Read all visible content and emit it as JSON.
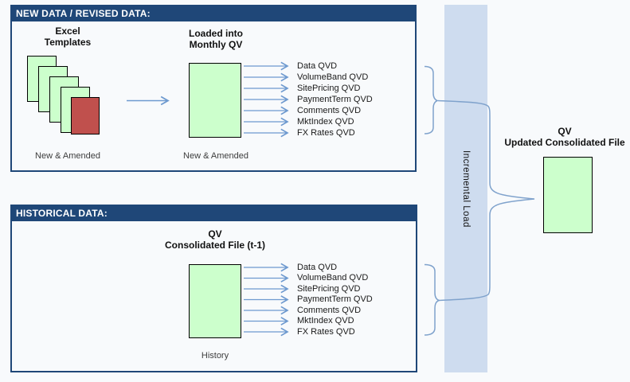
{
  "new_data_section": {
    "header": "NEW DATA / REVISED DATA:",
    "excel_templates": {
      "title1": "Excel",
      "title2": "Templates",
      "caption": "New & Amended"
    },
    "monthly_qv": {
      "title1": "Loaded into",
      "title2": "Monthly QV",
      "caption": "New & Amended"
    },
    "qvd_files": [
      "Data QVD",
      "VolumeBand QVD",
      "SitePricing QVD",
      "PaymentTerm QVD",
      "Comments QVD",
      "MktIndex QVD",
      "FX Rates QVD"
    ]
  },
  "historical_section": {
    "header": "HISTORICAL DATA:",
    "consolidated_file": {
      "title1": "QV",
      "title2": "Consolidated File (t-1)",
      "caption": "History"
    },
    "qvd_files": [
      "Data QVD",
      "VolumeBand QVD",
      "SitePricing QVD",
      "PaymentTerm QVD",
      "Comments QVD",
      "MktIndex QVD",
      "FX Rates QVD"
    ]
  },
  "incremental_load": {
    "label": "Incremental Load"
  },
  "output_file": {
    "title1": "QV",
    "title2": "Updated Consolidated File"
  },
  "colors": {
    "header_navy": "#1F4778",
    "arrow_blue": "#6D99CF",
    "band_blue": "#CEDCEF",
    "doc_green": "#CCFFCC",
    "doc_red": "#C0504D"
  }
}
